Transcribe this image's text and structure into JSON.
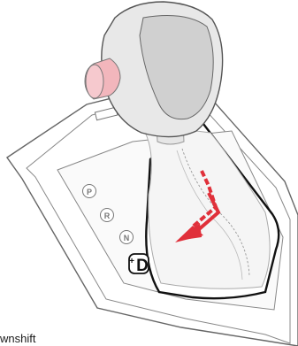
{
  "illustration": {
    "caption": "wnshift",
    "gear_positions": [
      "P",
      "R",
      "N",
      "D"
    ],
    "d_position_prefix": "+",
    "knob_color": "#e8e8e8",
    "release_button_color": "#f2b6bc",
    "arrow_color": "#e0303a",
    "icons": [
      "shift-knob",
      "knob-release-button",
      "shift-down-arrow"
    ]
  }
}
